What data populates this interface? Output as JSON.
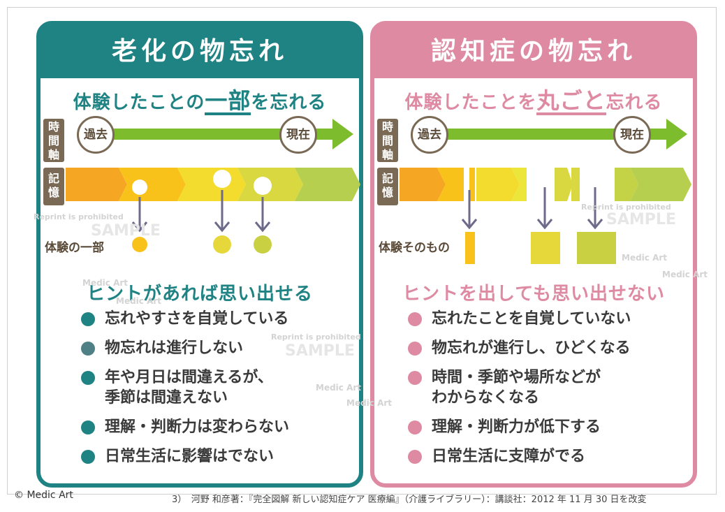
{
  "left": {
    "title": "老化の物忘れ",
    "subtitle_pre": "体験したことの",
    "subtitle_emph": "一部",
    "subtitle_post": "を忘れる",
    "axis_time": "時間軸",
    "axis_memory": "記憶",
    "past": "過去",
    "present": "現在",
    "caption": "体験の一部",
    "hint": "ヒントがあれば思い出せる",
    "items": [
      {
        "lines": [
          "忘れやすさを自覚している"
        ],
        "color": "#1f8283"
      },
      {
        "lines": [
          "物忘れは進行しない"
        ],
        "color": "#4f8086"
      },
      {
        "lines": [
          "年や月日は間違えるが、",
          "季節は間違えない"
        ],
        "color": "#1f8283"
      },
      {
        "lines": [
          "理解・判断力は変わらない"
        ],
        "color": "#1f8283"
      },
      {
        "lines": [
          "日常生活に影響はでない"
        ],
        "color": "#1f8283"
      }
    ],
    "accent": "#1f8283"
  },
  "right": {
    "title": "認知症の物忘れ",
    "subtitle_pre": "体験したことを",
    "subtitle_emph": "丸ごと",
    "subtitle_post": "忘れる",
    "axis_time": "時間軸",
    "axis_memory": "記憶",
    "past": "過去",
    "present": "現在",
    "caption": "体験そのもの",
    "hint": "ヒントを出しても思い出せない",
    "items": [
      {
        "lines": [
          "忘れたことを自覚していない"
        ],
        "color": "#de8aa3"
      },
      {
        "lines": [
          "物忘れが進行し、ひどくなる"
        ],
        "color": "#de8aa3"
      },
      {
        "lines": [
          "時間・季節や場所などが",
          "わからなくなる"
        ],
        "color": "#de8aa3"
      },
      {
        "lines": [
          "理解・判断力が低下する"
        ],
        "color": "#de8aa3"
      },
      {
        "lines": [
          "日常生活に支障がでる"
        ],
        "color": "#de8aa3"
      }
    ],
    "accent": "#de8aa3"
  },
  "watermarks": {
    "reprint": "Reprint is prohibited",
    "sample": "SAMPLE",
    "brand": "Medic Art"
  },
  "footer": {
    "copyright": "© Medic Art",
    "citation": "3）　河野 和彦著：『完全図解 新しい認知症ケア 医療編』（介護ライブラリー）：講談社：2012 年 11 月 30 日を改変"
  }
}
